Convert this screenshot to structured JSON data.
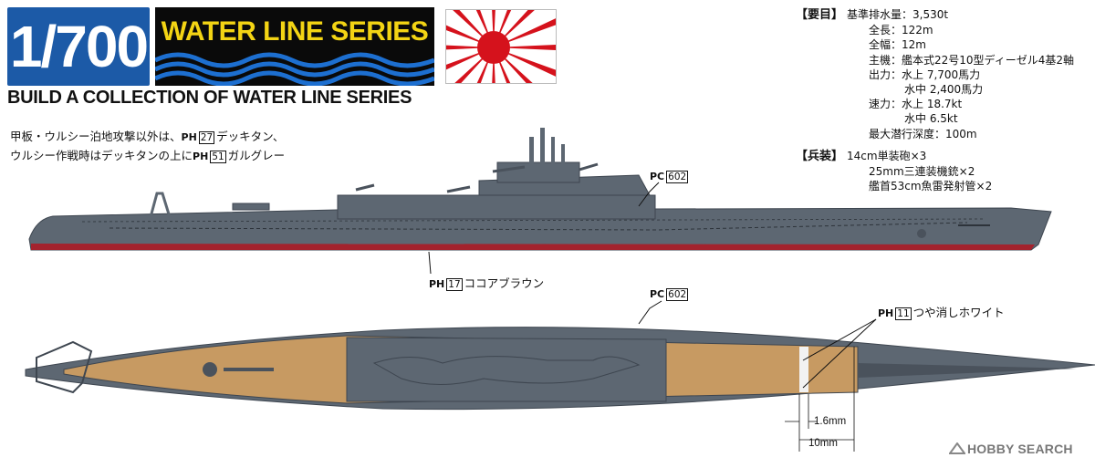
{
  "header": {
    "scale": "1/700",
    "series_title": "WATER LINE SERIES",
    "tagline": "BUILD A COLLECTION OF WATER LINE SERIES",
    "flag_icon": "rising-sun-flag",
    "colors": {
      "scale_box": "#1c5aa7",
      "series_box": "#0a0a0a",
      "series_text": "#f3d414",
      "wave": "#1d6fd0",
      "flag_red": "#d5121c"
    }
  },
  "specs": {
    "heading": "【要目】",
    "rows": [
      "基準排水量：3,530t",
      "全長：122m",
      "全幅：12m",
      "主機：艦本式22号10型ディーゼル4基2軸",
      "出力：水上 7,700馬力",
      "水中 2,400馬力",
      "速力：水上 18.7kt",
      "水中 6.5kt",
      "最大潜行深度：100m"
    ],
    "armament_heading": "【兵装】",
    "armament": [
      "14cm単装砲×3",
      "25mm三連装機銃×2",
      "艦首53cm魚雷発射管×2"
    ]
  },
  "note": {
    "line1_prefix": "甲板・ウルシー泊地攻撃以外は、",
    "line1_code_prefix": "PH",
    "line1_code": "27",
    "line1_suffix": "デッキタン、",
    "line2_prefix": "ウルシー作戦時はデッキタンの上に",
    "line2_code_prefix": "PH",
    "line2_code": "51",
    "line2_suffix": "ガルグレー"
  },
  "callouts": {
    "side_tower": {
      "prefix": "PC",
      "code": "602"
    },
    "side_hull": {
      "prefix": "PH",
      "code": "17",
      "text": "ココアブラウン"
    },
    "top_hull": {
      "prefix": "PC",
      "code": "602"
    },
    "top_white": {
      "prefix": "PH",
      "code": "11",
      "text": "つや消しホワイト"
    }
  },
  "dimensions": {
    "inner": "1.6mm",
    "outer": "10mm"
  },
  "colors": {
    "hull_grey": "#5d6772",
    "hull_dark": "#3e4650",
    "deck_tan": "#c79a62",
    "boot_red": "#a3222d",
    "white_stripe": "#f2f2f2"
  },
  "watermark": {
    "text": "HOBBY SEARCH",
    "icon": "hobby-search-logo-icon"
  }
}
